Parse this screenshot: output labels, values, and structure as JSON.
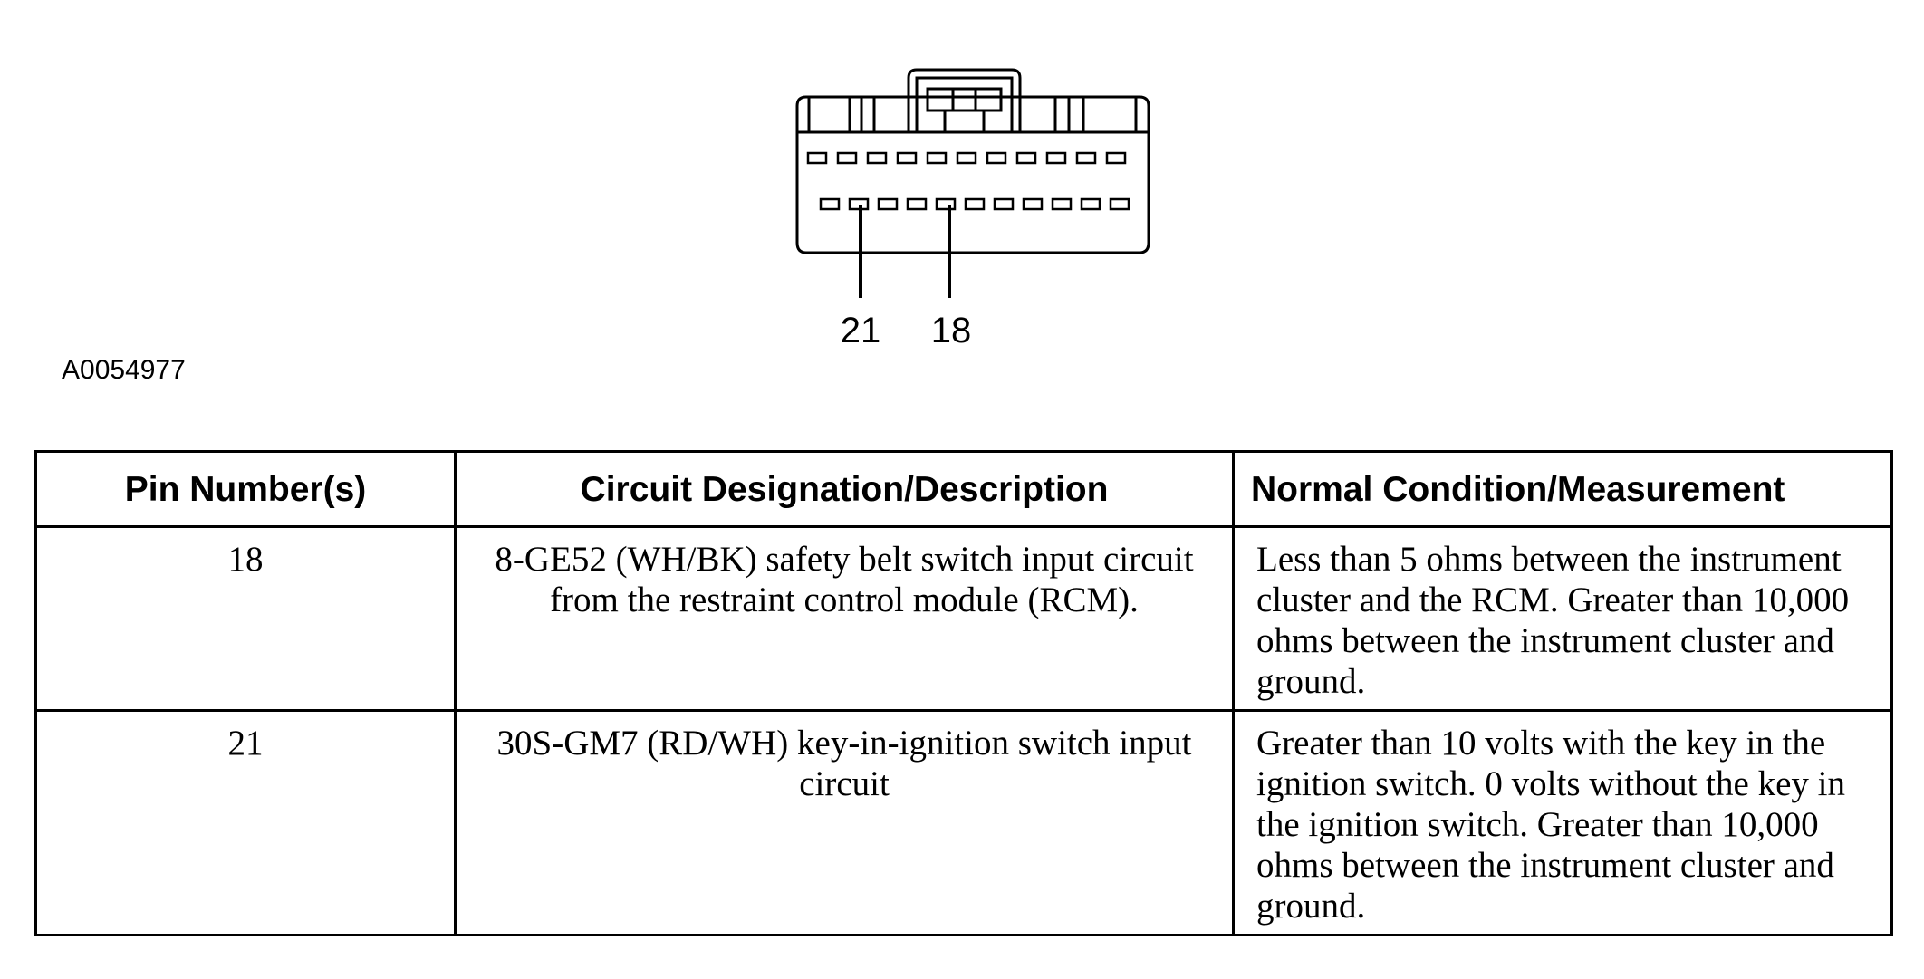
{
  "figure": {
    "pin_callouts": [
      "21",
      "18"
    ],
    "figure_id": "A0054977"
  },
  "table": {
    "headers": {
      "pin": "Pin Number(s)",
      "circuit": "Circuit Designation/Description",
      "normal": "Normal Condition/Measurement"
    },
    "rows": [
      {
        "pin": "18",
        "circuit": "8-GE52 (WH/BK) safety belt switch input circuit from the restraint control module (RCM).",
        "normal": "Less than 5 ohms between the instrument cluster and the RCM. Greater than 10,000 ohms between the instrument cluster and ground."
      },
      {
        "pin": "21",
        "circuit": "30S-GM7 (RD/WH) key-in-ignition switch input circuit",
        "normal": "Greater than 10 volts with the key in the ignition switch. 0 volts without the key in the ignition switch. Greater than 10,000 ohms between the instrument cluster and ground."
      }
    ]
  }
}
